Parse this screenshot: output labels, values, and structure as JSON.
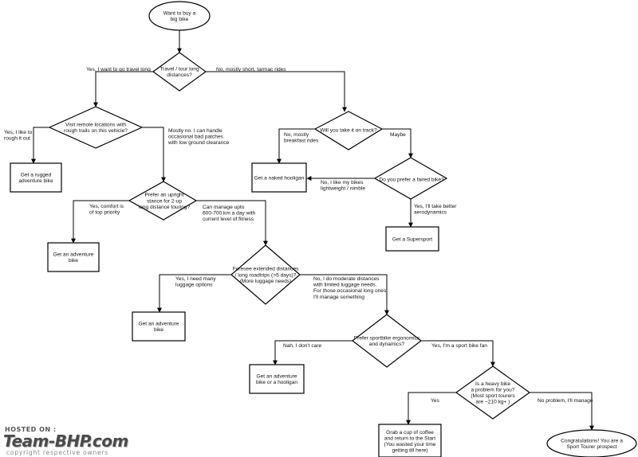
{
  "nodes": {
    "start": [
      "Want to buy a",
      "big bike"
    ],
    "q_travel": [
      "Travel / tour long",
      "distances?"
    ],
    "q_remote": [
      "Visit remote locations with",
      "rough trails on this vehicle?"
    ],
    "q_track": [
      "Will you take it on track?"
    ],
    "q_faired": [
      "Do you prefer a faired bike?"
    ],
    "r_naked": [
      "Get a naked hooligan"
    ],
    "r_supersport": [
      "Get a Supersport"
    ],
    "r_rugged_adv": [
      "Get a rugged",
      "adventure bike"
    ],
    "q_upright": [
      "Prefer an upright",
      "stance for 2-up",
      "long distance touring?"
    ],
    "r_adv_1": [
      "Get an adventure",
      "bike"
    ],
    "q_roadtrips": [
      "Foresee extended distances",
      "/ long roadtrips (>5 days)?",
      "(More luggage needs)"
    ],
    "r_adv_2": [
      "Get an adventure",
      "bike"
    ],
    "q_sport_ergo": [
      "Prefer sportbike ergonomics",
      "and dynamics?"
    ],
    "r_adv_hooligan": [
      "Get an adventure",
      "bike or a hooligan"
    ],
    "q_heavy": [
      "Is a heavy bike",
      "a problem for you?",
      "(Most sport tourers",
      "are ~210 kg+ )"
    ],
    "r_coffee": [
      "Grab a cup of coffee",
      "and return to the Start",
      "(You wasted your time",
      "getting till here)"
    ],
    "r_sport_tourer": [
      "Congratulations! You are a",
      "Sport Tourer prospect"
    ]
  },
  "edges": {
    "e_travel_yes": [
      "Yes, I want to go travel long"
    ],
    "e_travel_no": [
      "No, mostly short, tarmac rides"
    ],
    "e_remote_yes": [
      "Yes, I like to",
      "rough it out"
    ],
    "e_remote_no": [
      "Mostly no. I can handle",
      "occasional bad patches",
      "with low ground clearance"
    ],
    "e_track_no": [
      "No, mostly",
      "breakfast rides"
    ],
    "e_track_maybe": [
      "Maybe"
    ],
    "e_faired_no": [
      "No, I like my bikes",
      "lightweight / nimble"
    ],
    "e_faired_yes": [
      "Yes, I'll take better",
      "aerodynamics"
    ],
    "e_upright_yes": [
      "Yes, comfort is",
      "of top priority"
    ],
    "e_upright_no": [
      "Can manage upto",
      "600-700 km a day with",
      "current level of fitness"
    ],
    "e_roadtrips_yes": [
      "Yes, I need many",
      "luggage options"
    ],
    "e_roadtrips_no": [
      "No, I do moderate distances",
      "with limited luggage needs.",
      "For those occasional long ones,",
      "I'll manage something"
    ],
    "e_sport_no": [
      "Nah, I don't care"
    ],
    "e_sport_yes": [
      "Yes, I'm a sport bike fan"
    ],
    "e_heavy_yes": [
      "Yes"
    ],
    "e_heavy_no": [
      "No problem, I'll manage"
    ]
  },
  "watermark": {
    "hosted": "HOSTED ON :",
    "brand": "Team-BHP.com",
    "copyright": "copyright respective owners"
  }
}
